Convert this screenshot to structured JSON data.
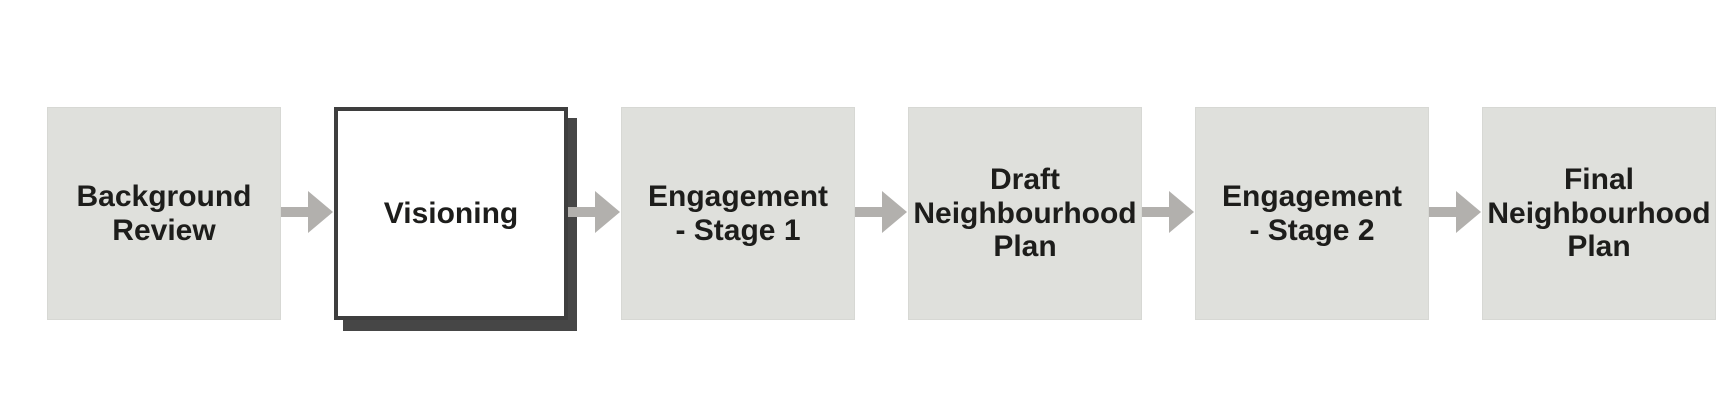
{
  "diagram": {
    "type": "flowchart",
    "orientation": "horizontal",
    "steps": [
      {
        "label": "Background\nReview",
        "highlighted": false
      },
      {
        "label": "Visioning",
        "highlighted": true
      },
      {
        "label": "Engagement\n- Stage 1",
        "highlighted": false
      },
      {
        "label": "Draft\nNeighbourhood\nPlan",
        "highlighted": false
      },
      {
        "label": "Engagement\n- Stage 2",
        "highlighted": false
      },
      {
        "label": "Final\nNeighbourhood\nPlan",
        "highlighted": false
      }
    ],
    "connector_icon": "right-arrow-icon",
    "colors": {
      "background": "#ffffff",
      "step_fill": "#dfe0dc",
      "step_edge": "#d7d8d4",
      "highlight_fill": "#ffffff",
      "highlight_border": "#3e3e3e",
      "highlight_shadow": "#464646",
      "arrow": "#b2b0ad",
      "text": "#1d1d1b"
    }
  }
}
